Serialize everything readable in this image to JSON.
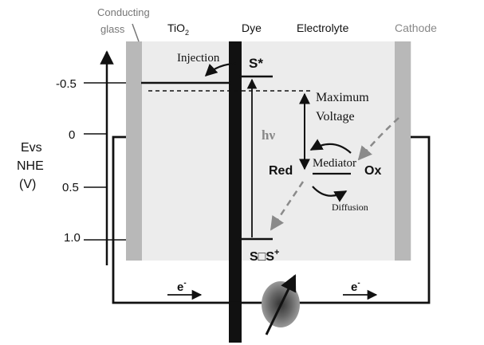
{
  "colors": {
    "background": "#ffffff",
    "cell_fill": "#ececec",
    "electrode": "#b8b8b8",
    "dye": "#111111",
    "text": "#111111",
    "gray_text": "#777777",
    "arrow_gray": "#8a8a8a",
    "load": "#7a7a7a"
  },
  "labels": {
    "conducting_line1": "Conducting",
    "conducting_line2": "glass",
    "tio2_base": "TiO",
    "tio2_sub": "2",
    "dye": "Dye",
    "electrolyte": "Electrolyte",
    "cathode": "Cathode",
    "injection": "Injection",
    "s_star": "S*",
    "s_ground": "S□S",
    "s_ground_sup": "+",
    "max_voltage_line1": "Maximum",
    "max_voltage_line2": "Voltage",
    "hv": "hν",
    "red": "Red",
    "mediator": "Mediator",
    "ox": "Ox",
    "diffusion": "Diffusion",
    "electron_left": "e",
    "electron_left_sup": "-",
    "electron_right": "e",
    "electron_right_sup": "-"
  },
  "axis": {
    "label_line1": "Evs",
    "label_line2": "NHE",
    "label_line3": "(V)",
    "ticks": [
      "-0.5",
      "0",
      "0.5",
      "1.0"
    ]
  },
  "icons": {
    "load": "variable-resistor-icon"
  }
}
